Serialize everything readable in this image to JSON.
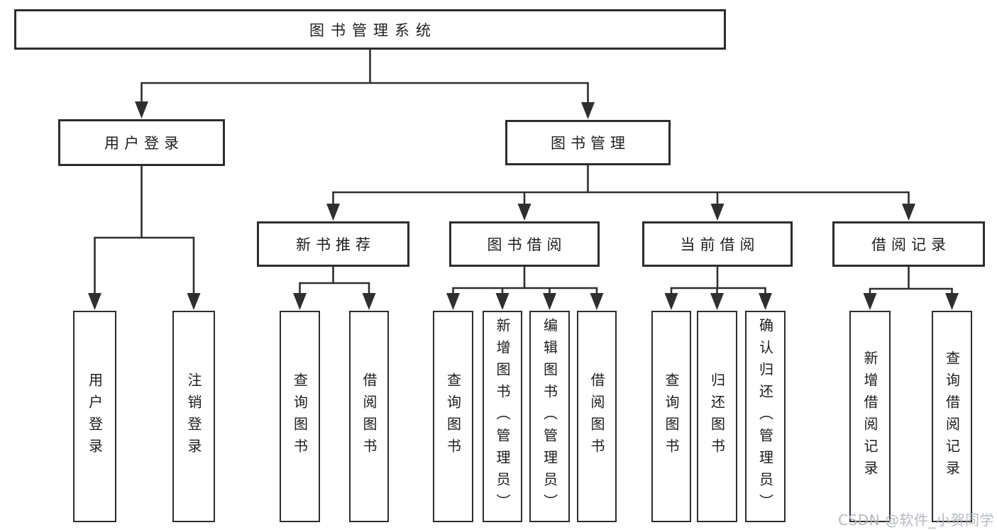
{
  "diagram": {
    "type": "hierarchy-tree",
    "title": "图书管理系统",
    "nodes": [
      {
        "id": "root",
        "label": "图书管理系统",
        "level": 1,
        "orientation": "horizontal"
      },
      {
        "id": "login",
        "label": "用户登录",
        "level": 2,
        "orientation": "horizontal"
      },
      {
        "id": "book-mgmt",
        "label": "图书管理",
        "level": 2,
        "orientation": "horizontal"
      },
      {
        "id": "new-book",
        "label": "新书推荐",
        "level": 3,
        "orientation": "horizontal"
      },
      {
        "id": "book-borrow",
        "label": "图书借阅",
        "level": 3,
        "orientation": "horizontal"
      },
      {
        "id": "current-borrow",
        "label": "当前借阅",
        "level": 3,
        "orientation": "horizontal"
      },
      {
        "id": "borrow-records",
        "label": "借阅记录",
        "level": 3,
        "orientation": "horizontal"
      },
      {
        "id": "user-login",
        "label": "用户登录",
        "level": 4,
        "orientation": "vertical"
      },
      {
        "id": "logout",
        "label": "注销登录",
        "level": 4,
        "orientation": "vertical"
      },
      {
        "id": "nb-query-book",
        "label": "查询图书",
        "level": 4,
        "orientation": "vertical"
      },
      {
        "id": "nb-borrow-book",
        "label": "借阅图书",
        "level": 4,
        "orientation": "vertical"
      },
      {
        "id": "bb-query-book",
        "label": "查询图书",
        "level": 4,
        "orientation": "vertical"
      },
      {
        "id": "bb-add-book",
        "label": "新增图书（管理员）",
        "level": 4,
        "orientation": "vertical"
      },
      {
        "id": "bb-edit-book",
        "label": "编辑图书（管理员）",
        "level": 4,
        "orientation": "vertical"
      },
      {
        "id": "bb-borrow-book",
        "label": "借阅图书",
        "level": 4,
        "orientation": "vertical"
      },
      {
        "id": "cb-query-book",
        "label": "查询图书",
        "level": 4,
        "orientation": "vertical"
      },
      {
        "id": "cb-return-book",
        "label": "归还图书",
        "level": 4,
        "orientation": "vertical"
      },
      {
        "id": "cb-confirm-return",
        "label": "确认归还（管理员）",
        "level": 4,
        "orientation": "vertical"
      },
      {
        "id": "br-add-record",
        "label": "新增借阅记录",
        "level": 4,
        "orientation": "vertical"
      },
      {
        "id": "br-query-record",
        "label": "查询借阅记录",
        "level": 4,
        "orientation": "vertical"
      }
    ],
    "edges": [
      {
        "from": "root",
        "to": [
          "login",
          "book-mgmt"
        ]
      },
      {
        "from": "login",
        "to": [
          "user-login",
          "logout"
        ]
      },
      {
        "from": "book-mgmt",
        "to": [
          "new-book",
          "book-borrow",
          "current-borrow",
          "borrow-records"
        ]
      },
      {
        "from": "new-book",
        "to": [
          "nb-query-book",
          "nb-borrow-book"
        ]
      },
      {
        "from": "book-borrow",
        "to": [
          "bb-query-book",
          "bb-add-book",
          "bb-edit-book",
          "bb-borrow-book"
        ]
      },
      {
        "from": "current-borrow",
        "to": [
          "cb-query-book",
          "cb-return-book",
          "cb-confirm-return"
        ]
      },
      {
        "from": "borrow-records",
        "to": [
          "br-add-record",
          "br-query-record"
        ]
      }
    ]
  },
  "watermark": {
    "text": "CSDN @软件_小贺同学"
  },
  "colors": {
    "line": "#2f2f2f",
    "box_border": "#2d2d2d",
    "text": "#1d1d1f",
    "watermark": "#b0b6bd",
    "background": "#ffffff"
  }
}
